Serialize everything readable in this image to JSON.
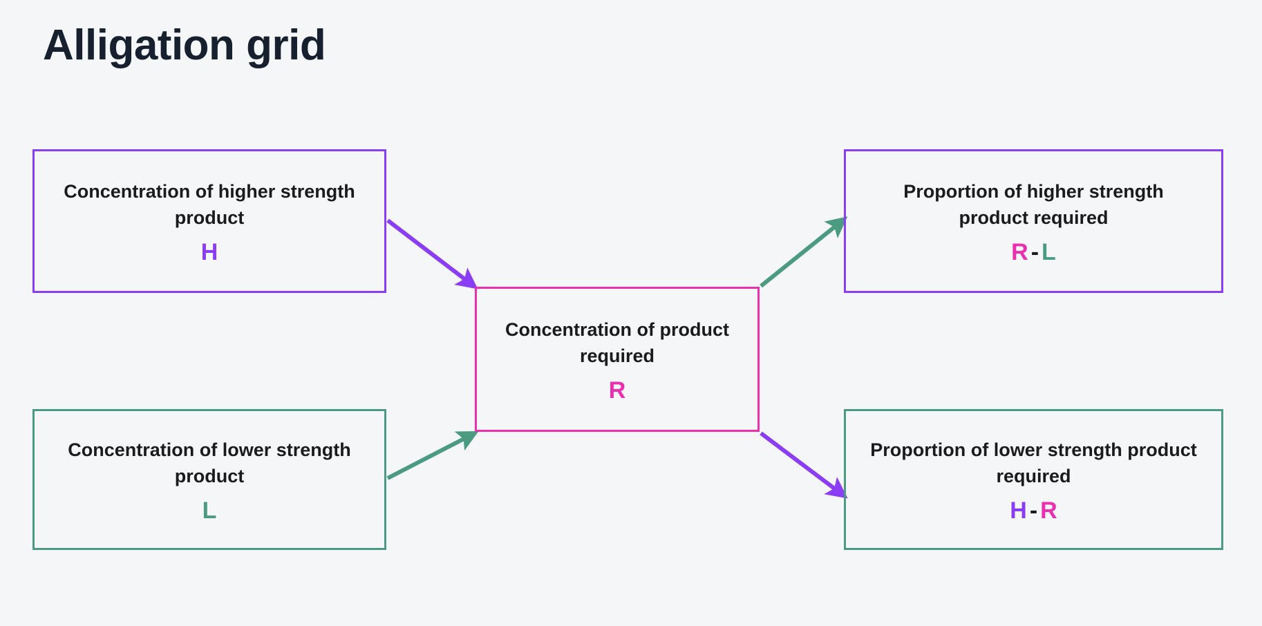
{
  "page": {
    "title": "Alligation grid",
    "background_color": "#f5f6f8",
    "title_color": "#16202e"
  },
  "colors": {
    "purple": "#8b3df5",
    "green": "#4a9b7f",
    "pink": "#ec2fb0",
    "text": "#1b1b1b"
  },
  "diagram": {
    "type": "alligation-grid",
    "nodes": {
      "higher_concentration": {
        "label": "Concentration of higher strength product",
        "symbol": "H",
        "symbol_color": "#8b3df5",
        "border_color": "#8b3df5"
      },
      "lower_concentration": {
        "label": "Concentration of lower strength product",
        "symbol": "L",
        "symbol_color": "#4a9b7f",
        "border_color": "#4a9b7f"
      },
      "required_concentration": {
        "label": "Concentration of product required",
        "symbol": "R",
        "symbol_color": "#ec2fb0",
        "border_color": "#ec2fb0"
      },
      "higher_proportion": {
        "label": "Proportion of higher strength product required",
        "symbol_left": "R",
        "symbol_operator": "-",
        "symbol_right": "L",
        "symbol_left_color": "#ec2fb0",
        "symbol_right_color": "#4a9b7f",
        "border_color": "#8b3df5"
      },
      "lower_proportion": {
        "label": "Proportion of lower strength product required",
        "symbol_left": "H",
        "symbol_operator": "-",
        "symbol_right": "R",
        "symbol_left_color": "#8b3df5",
        "symbol_right_color": "#ec2fb0",
        "border_color": "#4a9b7f"
      }
    },
    "arrows": [
      {
        "name": "higher-to-required",
        "from": "higher_concentration",
        "to": "required_concentration",
        "color": "#8b3df5"
      },
      {
        "name": "lower-to-required",
        "from": "lower_concentration",
        "to": "required_concentration",
        "color": "#4a9b7f"
      },
      {
        "name": "required-to-higher-proportion",
        "from": "required_concentration",
        "to": "higher_proportion",
        "color": "#4a9b7f"
      },
      {
        "name": "required-to-lower-proportion",
        "from": "required_concentration",
        "to": "lower_proportion",
        "color": "#8b3df5"
      }
    ]
  }
}
